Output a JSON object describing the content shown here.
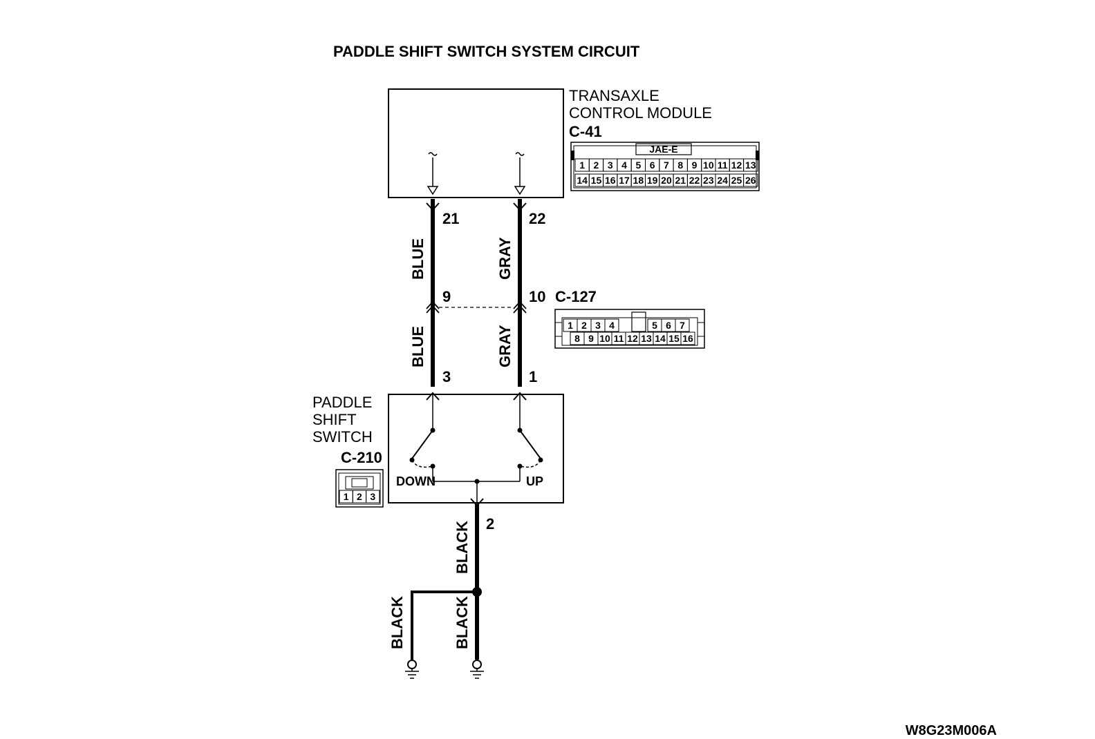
{
  "diagram": {
    "title": "PADDLE SHIFT SWITCH SYSTEM CIRCUIT",
    "figure_code": "W8G23M006A",
    "tcm": {
      "label_line1": "TRANSAXLE",
      "label_line2": "CONTROL MODULE",
      "connector": "C-41",
      "connector_type": "JAE-E",
      "pins_top": [
        "1",
        "2",
        "3",
        "4",
        "5",
        "6",
        "7",
        "8",
        "9",
        "10",
        "11",
        "12",
        "13"
      ],
      "pins_bottom": [
        "14",
        "15",
        "16",
        "17",
        "18",
        "19",
        "20",
        "21",
        "22",
        "23",
        "24",
        "25",
        "26"
      ]
    },
    "wires": {
      "left_upper_pin": "21",
      "right_upper_pin": "22",
      "left_upper_color": "BLUE",
      "right_upper_color": "GRAY",
      "junction_connector": "C-127",
      "junction_left_pin": "9",
      "junction_right_pin": "10",
      "left_lower_color": "BLUE",
      "right_lower_color": "GRAY",
      "left_lower_pin": "3",
      "right_lower_pin": "1",
      "ground_pin": "2",
      "ground_color_main": "BLACK",
      "ground_color_left": "BLACK",
      "ground_color_right": "BLACK"
    },
    "c127": {
      "pins_top": [
        "1",
        "2",
        "3",
        "4",
        "5",
        "6",
        "7"
      ],
      "pins_bottom": [
        "8",
        "9",
        "10",
        "11",
        "12",
        "13",
        "14",
        "15",
        "16"
      ]
    },
    "switch": {
      "label_line1": "PADDLE",
      "label_line2": "SHIFT",
      "label_line3": "SWITCH",
      "connector": "C-210",
      "pins": [
        "1",
        "2",
        "3"
      ],
      "down_label": "DOWN",
      "up_label": "UP"
    }
  }
}
